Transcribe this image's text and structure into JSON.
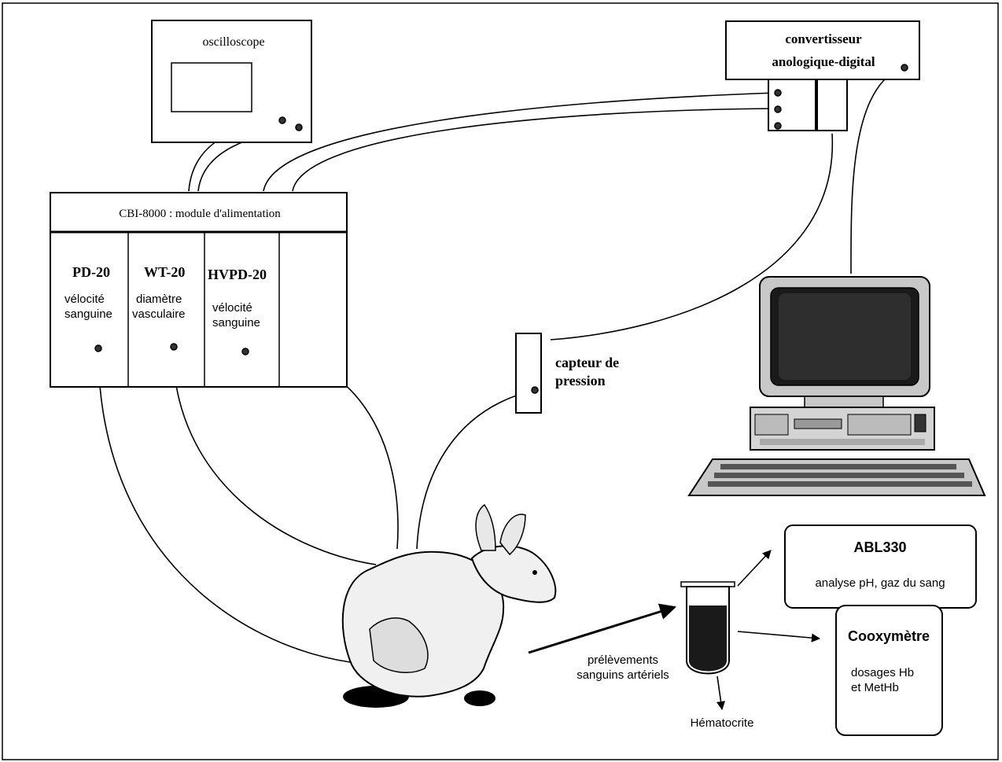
{
  "oscilloscope": {
    "label": "oscilloscope"
  },
  "converter": {
    "line1": "convertisseur",
    "line2": "anologique-digital"
  },
  "module": {
    "title": "CBI-8000 :  module d'alimentation",
    "slots": [
      {
        "name": "PD-20",
        "line1": "vélocité",
        "line2": "sanguine"
      },
      {
        "name": "WT-20",
        "line1": "diamètre",
        "line2": "vasculaire"
      },
      {
        "name": "HVPD-20",
        "line1": "vélocité",
        "line2": "sanguine"
      }
    ]
  },
  "pressure_sensor": {
    "line1": "capteur de",
    "line2": "pression"
  },
  "sampling": {
    "line1": "prélèvements",
    "line2": "sanguins artériels",
    "hematocrit": "Hématocrite"
  },
  "abl": {
    "title": "ABL330",
    "desc": "analyse pH, gaz du sang"
  },
  "cooximeter": {
    "title": "Cooxymètre",
    "line1": "dosages Hb",
    "line2": "et MetHb"
  }
}
